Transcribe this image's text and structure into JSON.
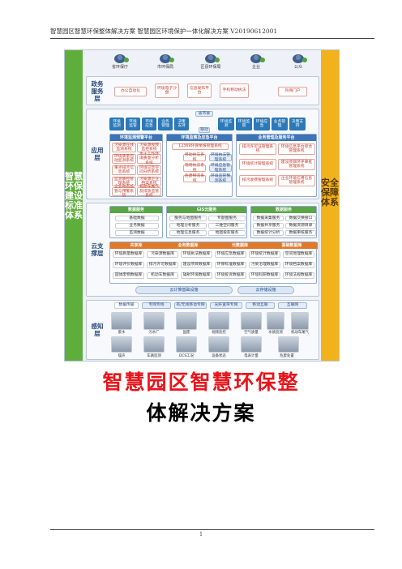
{
  "header": {
    "text": "智慧园区智慧环保整体解决方案 智慧园区环境保护一体化解决方案 V20190612001"
  },
  "figure": {
    "left_band": "智慧环保建设标准体系",
    "right_band": "安全保障体系",
    "users": [
      "省环保厅",
      "市环保局",
      "区县环保局",
      "企业",
      "公众"
    ],
    "layers": {
      "gov": "政务服务层",
      "app": "应用层",
      "cloud": "云支撑层",
      "sense": "感知层"
    },
    "gov_items": [
      "办公自动化",
      "环境电子沙盘",
      "信息发布平台",
      "手机移动执法",
      "外网门户"
    ],
    "app_top_label": "省市县",
    "app_link_label": "联动",
    "app_top_left": [
      "环境监测",
      "环境监管",
      "环境应急",
      "业务管理",
      "决策支持"
    ],
    "app_top_right": [
      "环境监测",
      "环境监管",
      "环境应急",
      "业务管理",
      "决策支持"
    ],
    "panels": {
      "monitor": "环境监测预警平台",
      "emergency": "环境监察及应急平台",
      "business": "业务管理及服务平台"
    },
    "monitor_items": [
      "污染源在线监测系统",
      "污染源视频监控系统",
      "环境质量自动监测系统",
      "水十工作环境质量分析系统",
      "重点排污信息系统",
      "环境应急空间分析系统",
      "监测质控管理系统",
      "污染源企业档案系统",
      "企业动态监管与预警系统",
      "机动车尾气及排放监管系统"
    ],
    "emergency_items": [
      "12369环保举报管理系统",
      "移动执法系统",
      "环境执法管理系统",
      "现场执法系统",
      "环境应急管理系统",
      "危废物流系统",
      "环境监管预测系统"
    ],
    "business_items": [
      "排污许可证管理系统",
      "环境信息平台综合管理系统",
      "环境统计管理系统",
      "建设项目环评审批管理系统",
      "排污收费管理系统",
      "企业环境信用信息管理系统"
    ],
    "cloud_panels": {
      "data": "数据服务",
      "gis": "GIS云服务",
      "exchange": "数据服务"
    },
    "data_items": [
      "基础数据",
      "业务数据",
      "监测数据"
    ],
    "gis_items": [
      "服务与地图服务",
      "地理分析服务",
      "地理信息服务",
      "专题图服务",
      "三维空间服务",
      "地图投影服务"
    ],
    "exchange_items": [
      "数据采集服务",
      "数据共享服务",
      "数据统计分析",
      "数据交换接口",
      "数据资源目录",
      "数据审核服务"
    ],
    "db_groups": [
      "共享库",
      "业务数据库",
      "元数据库",
      "基础数据库"
    ],
    "db_items": [
      "环境质量数据库",
      "污染源数据库",
      "环境执法数据库",
      "环境应急数据库",
      "环境统计数据库",
      "空间地理数据库",
      "环境评价数据库",
      "排污许可数据库",
      "建设项目数据库",
      "环保标准数据库",
      "污染治理数据库",
      "环境档案数据库",
      "固体废物数据库",
      "机动车数据库",
      "辐射环境数据库",
      "环境投诉数据库",
      "环境科研数据库",
      "环境法规数据库"
    ],
    "cloud_infra": [
      "云计算基础设施",
      "云存储设施"
    ],
    "network_label": "数据传输",
    "network_items": [
      "专网专线",
      "有/无线移动专网",
      "光纤宽带专网",
      "移动互联",
      "互联网"
    ],
    "devices": [
      "废水",
      "污水厂",
      "固废",
      "视频监控",
      "空气质量",
      "水质监测",
      "机动车尾气",
      "噪声",
      "车辆监测",
      "DCS工况",
      "设备状态",
      "电表计量",
      "危废处置"
    ]
  },
  "title_line1": "智慧园区智慧环保整",
  "title_line2": "体解决方案",
  "page_number": "1"
}
